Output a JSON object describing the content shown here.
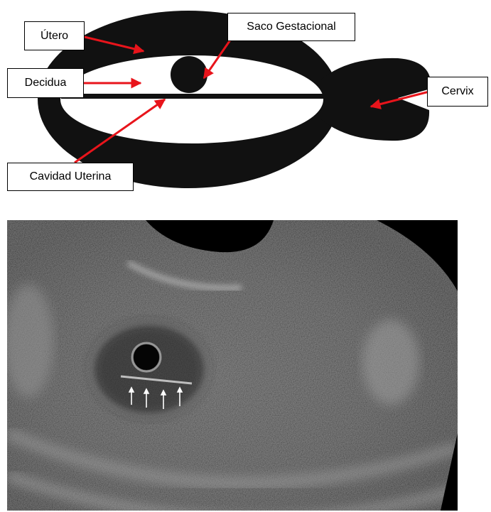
{
  "diagram": {
    "labels": {
      "utero": "Útero",
      "saco": "Saco Gestacional",
      "decidua": "Decidua",
      "cervix": "Cervix",
      "cavidad": "Cavidad Uterina"
    },
    "colors": {
      "shape": "#111111",
      "arrow": "#e8141b",
      "box_border": "#000000"
    }
  },
  "ultrasound": {
    "description_icon": "ultrasound-image",
    "arrow_count": 4,
    "colors": {
      "background": "#000000",
      "tissue": "#5a5a5a"
    }
  }
}
